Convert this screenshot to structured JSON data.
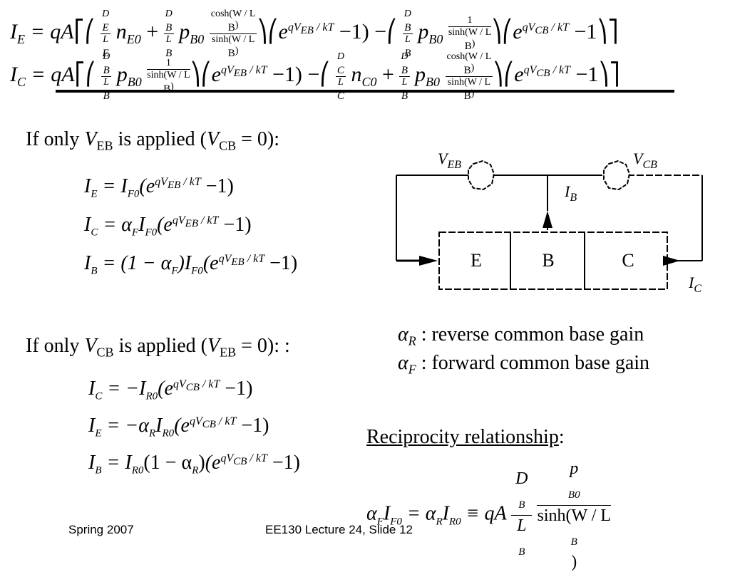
{
  "equations": {
    "ie_full": {
      "lhs": "I",
      "lhs_sub": "E",
      "body": "= qA",
      "t1_num": "D",
      "t1_num_sub": "E",
      "t1_den": "L",
      "t1_den_sub": "E",
      "t1_var": "n",
      "t1_var_sub": "E0",
      "plus": "+",
      "t2_num": "D",
      "t2_num_sub": "B",
      "t2_den": "L",
      "t2_den_sub": "B",
      "t2_var": "p",
      "t2_var_sub": "B0",
      "t2_hyp_num": "cosh(W / L",
      "t2_hyp_num_sub": "B",
      "t2_hyp_den": "sinh(W / L",
      "t2_hyp_den_sub": "B",
      "exp1": "e",
      "exp1_sup": "qV",
      "exp1_sup_sub": "EB",
      "exp1_sup_rest": " / kT",
      "minus_one": "−1)",
      "minus": "−",
      "t3_num": "D",
      "t3_num_sub": "B",
      "t3_den": "L",
      "t3_den_sub": "B",
      "t3_var": "p",
      "t3_var_sub": "B0",
      "t3_hyp_num": "1",
      "t3_hyp_den": "sinh(W / L",
      "t3_hyp_den_sub": "B",
      "exp2": "e",
      "exp2_sup": "qV",
      "exp2_sup_sub": "CB",
      "exp2_sup_rest": " / kT",
      "minus_one2": "−1"
    },
    "ic_full": {
      "lhs": "I",
      "lhs_sub": "C",
      "body": "= qA",
      "t1_num": "D",
      "t1_num_sub": "B",
      "t1_den": "L",
      "t1_den_sub": "B",
      "t1_var": "p",
      "t1_var_sub": "B0",
      "t1_hyp_num": "1",
      "t1_hyp_den": "sinh(W / L",
      "t1_hyp_den_sub": "B",
      "exp1": "e",
      "exp1_sup": "qV",
      "exp1_sup_sub": "EB",
      "exp1_sup_rest": " / kT",
      "minus_one": "−1)",
      "minus": "−",
      "t2_num": "D",
      "t2_num_sub": "C",
      "t2_den": "L",
      "t2_den_sub": "C",
      "t2_var": "n",
      "t2_var_sub": "C0",
      "plus": "+",
      "t3_num": "D",
      "t3_num_sub": "B",
      "t3_den": "L",
      "t3_den_sub": "B",
      "t3_var": "p",
      "t3_var_sub": "B0",
      "t3_hyp_num": "cosh(W / L",
      "t3_hyp_num_sub": "B",
      "t3_hyp_den": "sinh(W / L",
      "t3_hyp_den_sub": "B",
      "exp2": "e",
      "exp2_sup": "qV",
      "exp2_sup_sub": "CB",
      "exp2_sup_rest": " / kT",
      "minus_one2": "−1"
    }
  },
  "section1": {
    "heading_pre": "If only ",
    "heading_var": "V",
    "heading_var_sub": "EB",
    "heading_mid": " is applied (",
    "heading_var2": "V",
    "heading_var2_sub": "CB",
    "heading_post": " = 0):",
    "eq1": {
      "lhs": "I",
      "lhs_sub": "E",
      "rhs": "= I",
      "rhs_sub": "F0",
      "paren": "(e",
      "sup": "qV",
      "sup_sub": "EB",
      "sup_rest": " / kT",
      "tail": " −1)"
    },
    "eq2": {
      "lhs": "I",
      "lhs_sub": "C",
      "rhs": "= α",
      "rhs_sub": "F",
      "rhs2": "I",
      "rhs2_sub": "F0",
      "paren": "(e",
      "sup": "qV",
      "sup_sub": "EB",
      "sup_rest": " / kT",
      "tail": " −1)"
    },
    "eq3": {
      "lhs": "I",
      "lhs_sub": "B",
      "rhs": "= (1 − α",
      "rhs_sub": "F",
      "rhs_close": ")",
      "rhs2": "I",
      "rhs2_sub": "F0",
      "paren": "(e",
      "sup": "qV",
      "sup_sub": "EB",
      "sup_rest": " / kT",
      "tail": " −1)"
    }
  },
  "section2": {
    "heading_pre": "If only ",
    "heading_var": "V",
    "heading_var_sub": "CB",
    "heading_mid": " is applied (",
    "heading_var2": "V",
    "heading_var2_sub": "EB",
    "heading_post": " = 0): :",
    "eq1": {
      "lhs": "I",
      "lhs_sub": "C",
      "rhs": "= −I",
      "rhs_sub": "R0",
      "paren": "(e",
      "sup": "qV",
      "sup_sub": "CB",
      "sup_rest": " / kT",
      "tail": " −1)"
    },
    "eq2": {
      "lhs": "I",
      "lhs_sub": "E",
      "rhs": "= −α",
      "rhs_sub": "R",
      "rhs2": "I",
      "rhs2_sub": "R0",
      "paren": "(e",
      "sup": "qV",
      "sup_sub": "CB",
      "sup_rest": " / kT",
      "tail": " −1)"
    },
    "eq3": {
      "lhs": "I",
      "lhs_sub": "B",
      "rhs": "= I",
      "rhs_sub": "R0",
      "rhs_mid": "(1 − α",
      "rhs_mid_sub": "R",
      "rhs_mid_close": ")",
      "paren": "(e",
      "sup": "qV",
      "sup_sub": "CB",
      "sup_rest": " / kT",
      "tail": " −1)"
    }
  },
  "diagram": {
    "veb": "V",
    "veb_sub": "EB",
    "vcb": "V",
    "vcb_sub": "CB",
    "ib": "I",
    "ib_sub": "B",
    "ic": "I",
    "ic_sub": "C",
    "region_e": "E",
    "region_b": "B",
    "region_c": "C"
  },
  "definitions": {
    "alpha_r": "α",
    "alpha_r_sub": "R",
    "alpha_r_text": " : reverse common base gain",
    "alpha_f": "α",
    "alpha_f_sub": "F",
    "alpha_f_text": " : forward common base gain"
  },
  "reciprocity": {
    "title": "Reciprocity relationship",
    "colon": ":",
    "lhs": "α",
    "lhs_sub": "F",
    "lhs2": "I",
    "lhs2_sub": "F0",
    "eq": " = α",
    "mid_sub": "R",
    "mid2": "I",
    "mid2_sub": "R0",
    "equiv": " ≡ qA",
    "f1_num": "D",
    "f1_num_sub": "B",
    "f1_den": "L",
    "f1_den_sub": "B",
    "f2_num": "p",
    "f2_num_sub": "B0",
    "f2_den": "sinh(W / L",
    "f2_den_sub": "B",
    "f2_den_close": ")"
  },
  "footer": {
    "left": "Spring 2007",
    "center": "EE130 Lecture 24, Slide 12"
  }
}
